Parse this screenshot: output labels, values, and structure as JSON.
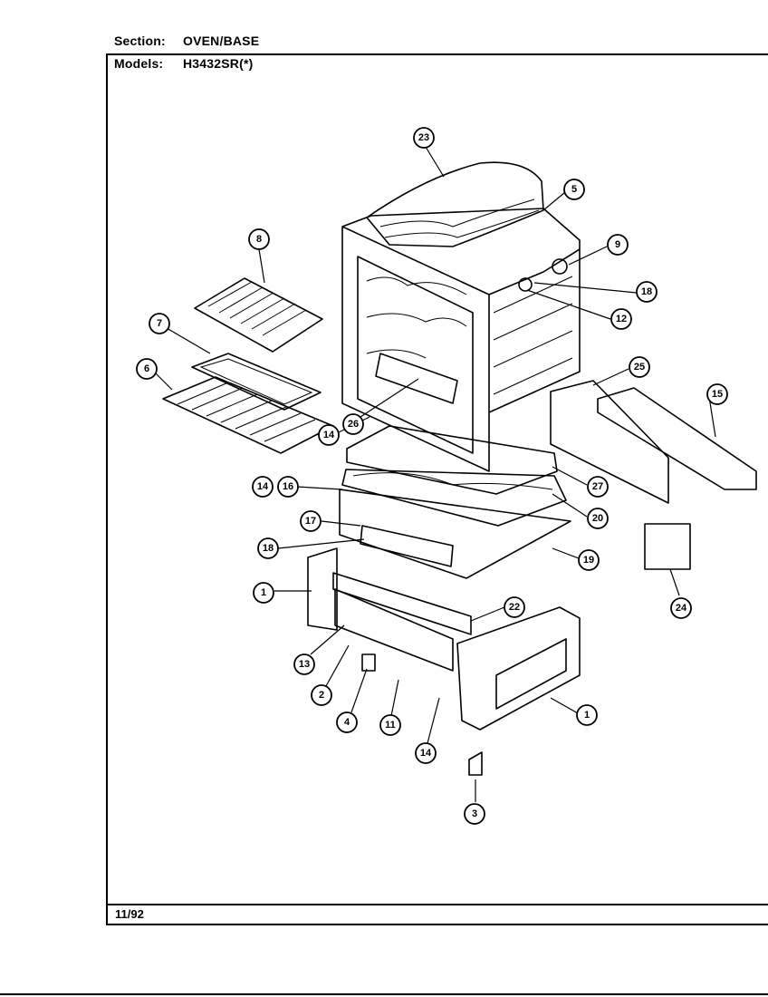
{
  "header": {
    "section_label": "Section:",
    "section_value": "OVEN/BASE",
    "models_label": "Models:",
    "models_value": "H3432SR(*)"
  },
  "footer": {
    "date": "11/92"
  },
  "callouts": [
    "23",
    "5",
    "9",
    "18",
    "12",
    "8",
    "7",
    "6",
    "25",
    "15",
    "26",
    "14",
    "27",
    "20",
    "14",
    "16",
    "17",
    "18",
    "19",
    "1",
    "22",
    "13",
    "2",
    "4",
    "11",
    "14",
    "1",
    "3",
    "24"
  ]
}
